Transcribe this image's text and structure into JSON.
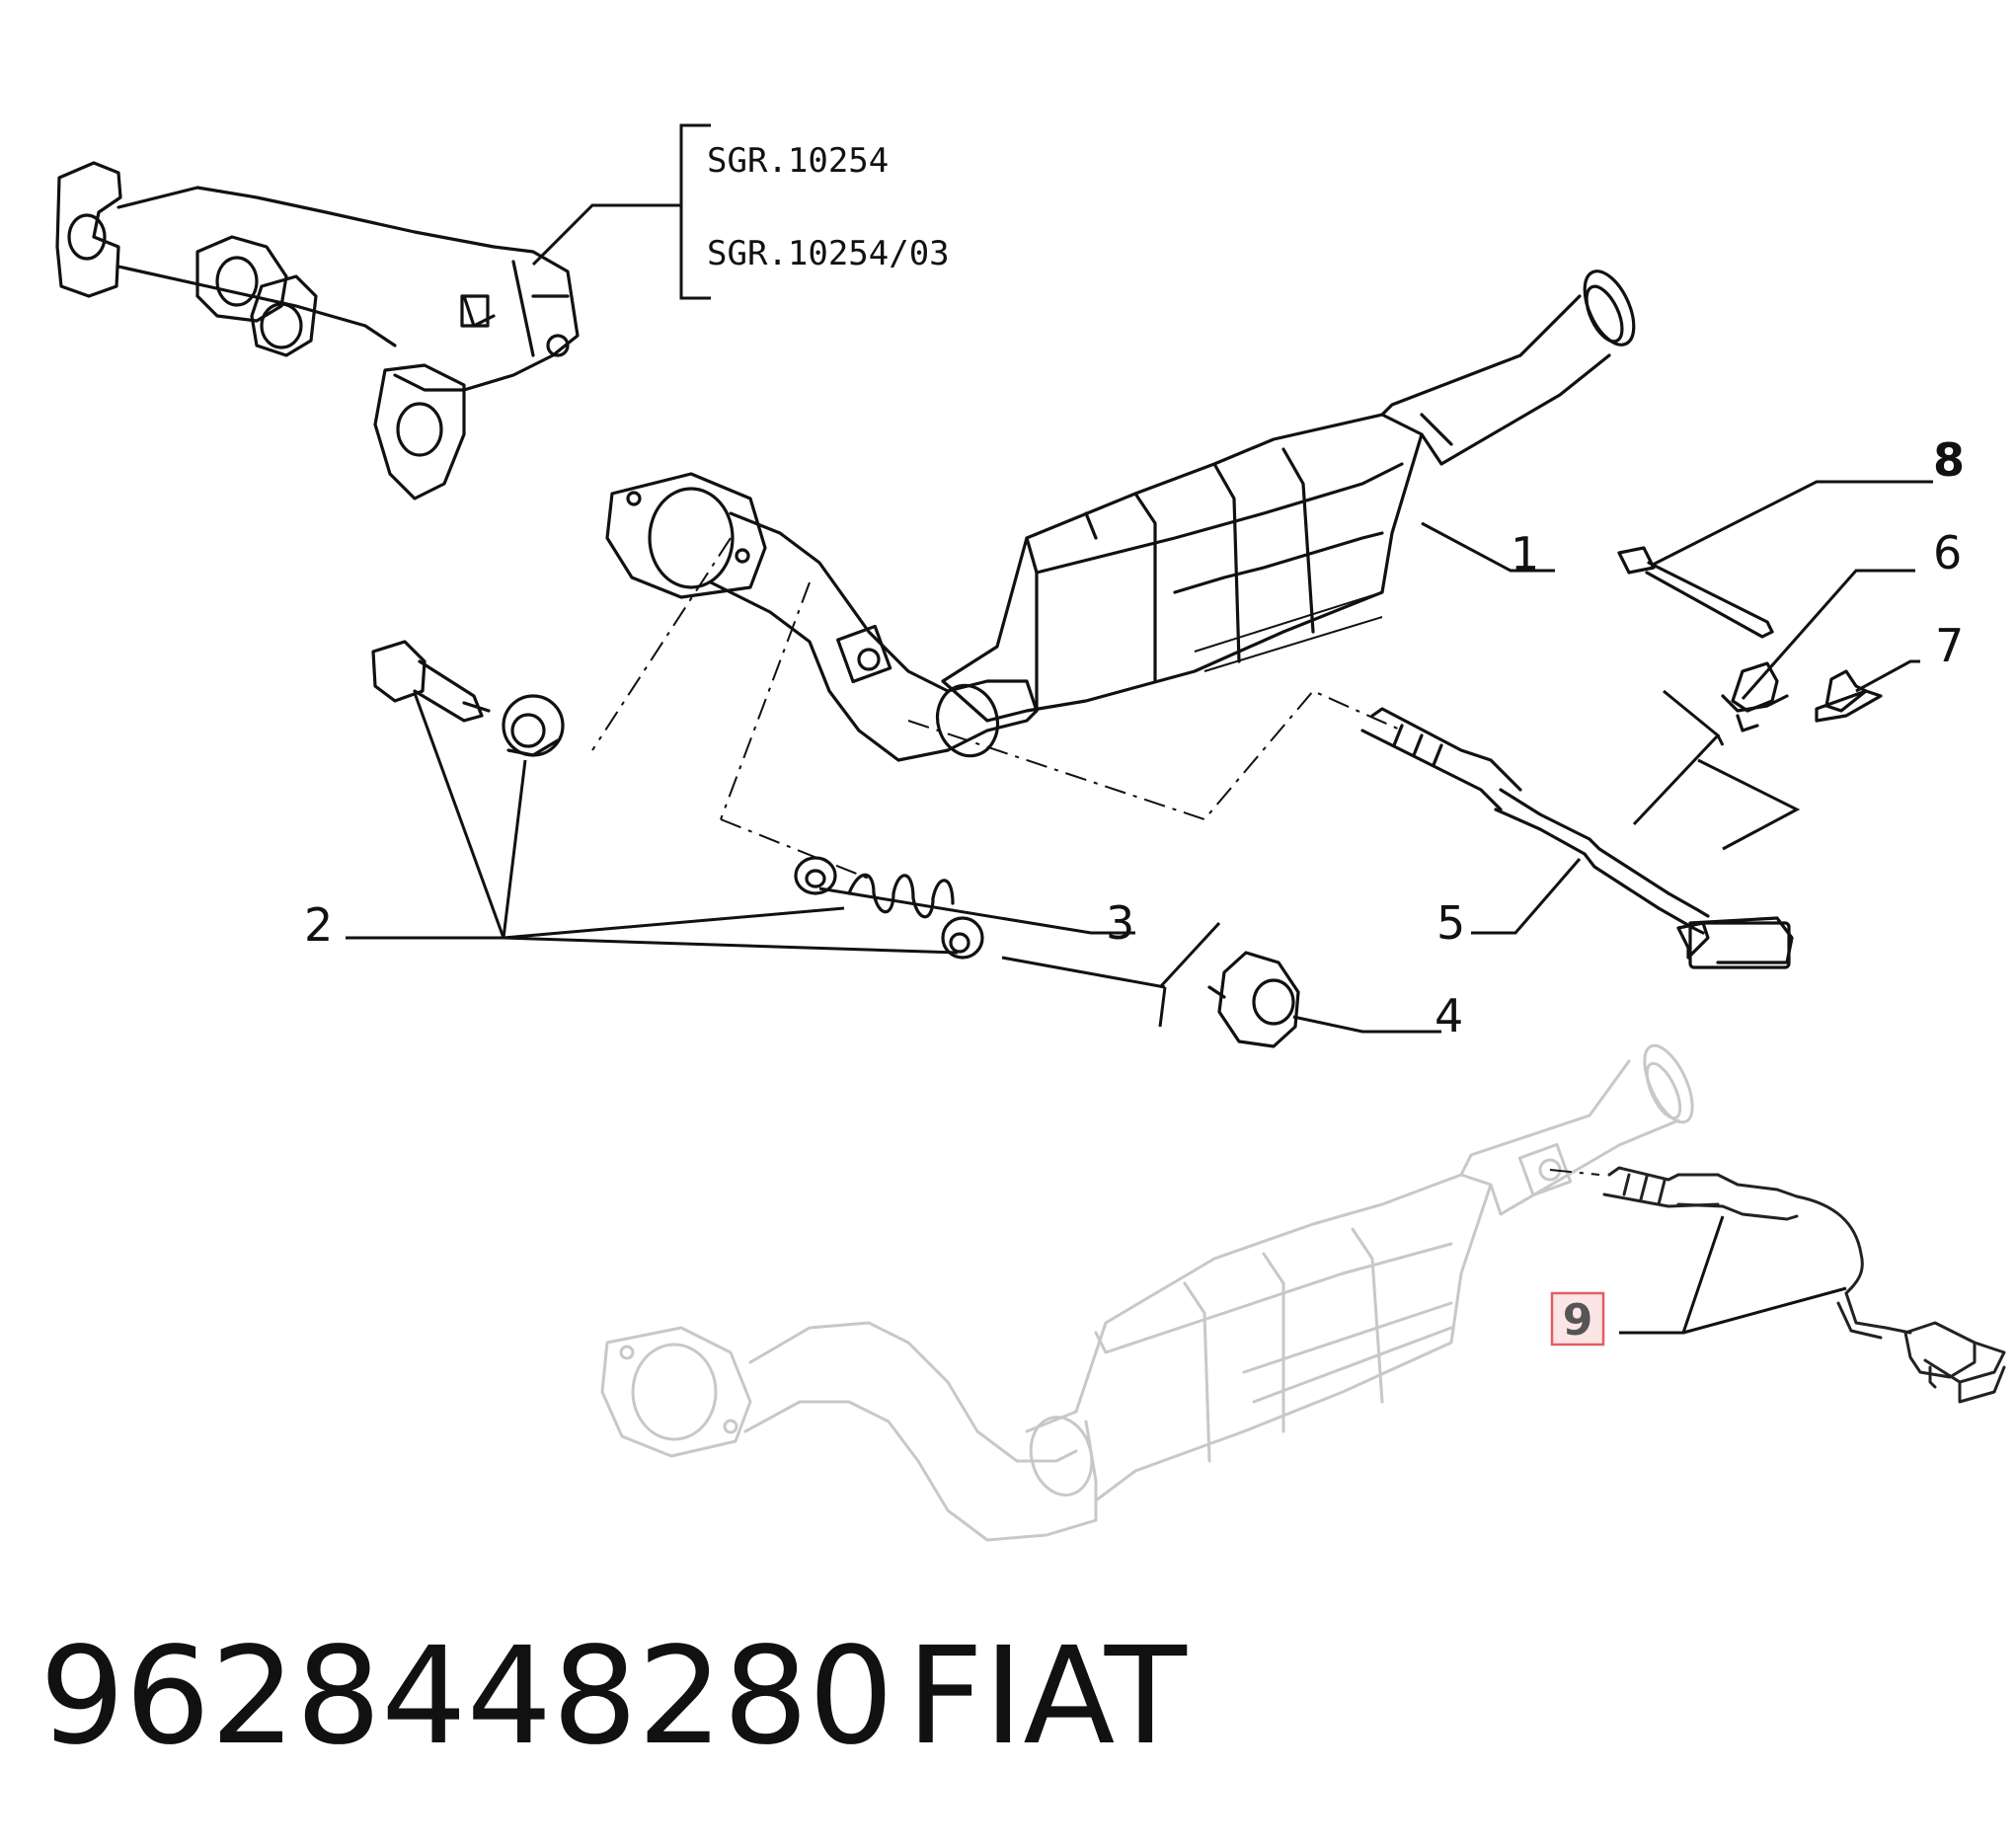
{
  "references": {
    "ref1": "SGR.10254",
    "ref2": "SGR.10254/03"
  },
  "callouts": {
    "c1": "1",
    "c2": "2",
    "c3": "3",
    "c4": "4",
    "c5": "5",
    "c6": "6",
    "c7": "7",
    "c8": "8",
    "c9": "9"
  },
  "caption": {
    "part_number": "9628448280",
    "brand": "FIAT"
  },
  "colors": {
    "ink": "#111111",
    "ghost": "#c8c8c8",
    "highlight_border": "#e06060",
    "highlight_fill": "#fbe5e5"
  }
}
